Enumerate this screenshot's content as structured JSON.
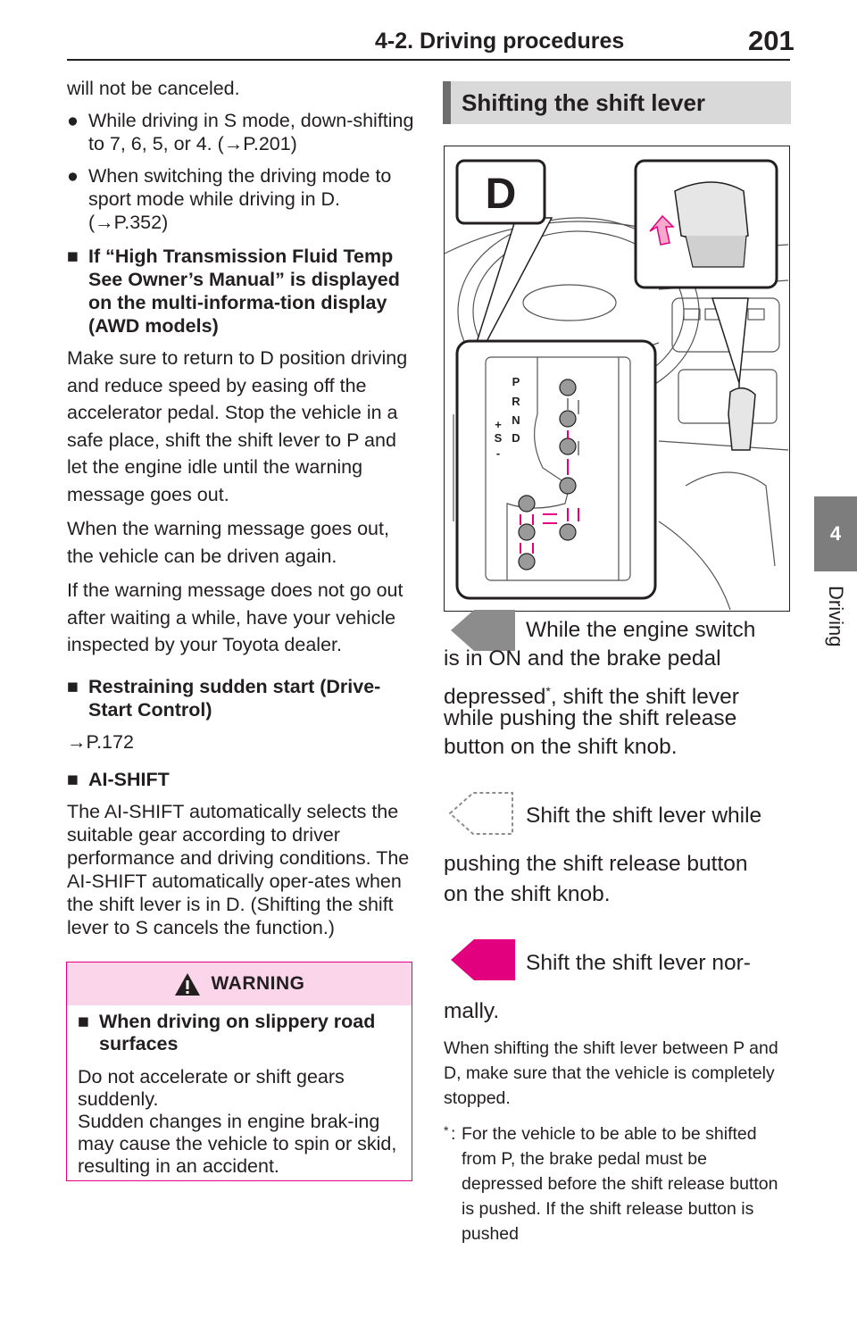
{
  "header": {
    "section": "4-2. Driving procedures",
    "page": "201"
  },
  "side_tab": {
    "number": "4",
    "label": "Driving"
  },
  "left": {
    "intro": "will not be canceled.",
    "bullets": [
      "While driving in S mode, down-shifting to 7, 6, 5, or 4. (→P.201)",
      "When switching the driving mode to sport mode while driving in D. (→P.352)"
    ],
    "sec1_title": "If “High Transmission Fluid Temp See Owner’s Manual” is displayed on the multi-informa-tion display (AWD models)",
    "sec1_p1": "Make sure to return to D position driving and reduce speed by easing off the accelerator pedal. Stop the vehicle in a safe place, shift the shift lever to P and let the engine idle until the warning message goes out.",
    "sec1_p2": "When the warning message goes out, the vehicle can be driven again.",
    "sec1_p3": "If the warning message does not go out after waiting a while, have your vehicle inspected by your Toyota dealer.",
    "sec2_title": "Restraining sudden start (Drive-Start Control)",
    "sec2_ref": "→P.172",
    "sec3_title": "AI-SHIFT",
    "sec3_p": "The AI-SHIFT automatically selects the suitable gear according to driver performance and driving conditions. The AI-SHIFT automatically oper-ates when the shift lever is in D. (Shifting the shift lever to S cancels the function.)"
  },
  "warning": {
    "label": "WARNING",
    "title": "When driving on slippery road surfaces",
    "p1": "Do not accelerate or shift gears suddenly.",
    "p2": "Sudden changes in engine brak-ing may cause the vehicle to spin or skid, resulting in an accident."
  },
  "right": {
    "title": "Shifting the shift lever",
    "illus_d": "D",
    "gates": [
      "P",
      "R",
      "N",
      "D",
      "S",
      "+",
      "-"
    ],
    "item1_first": "While the engine switch",
    "item1_rest_a": "is in ON and the brake pedal",
    "item1_rest_b": "depressed",
    "item1_star": "*",
    "item1_rest_c": ", shift the shift lever",
    "item1_rest_d": "while pushing the shift release",
    "item1_rest_e": "button on the shift knob.",
    "item2_first": "Shift the shift lever while",
    "item2_rest_a": "pushing the shift release button",
    "item2_rest_b": "on the shift knob.",
    "item3_first": "Shift the shift lever nor-",
    "item3_rest": "mally.",
    "note": "When shifting the shift lever between P and D, make sure that the vehicle is completely stopped.",
    "footnote_star": "*",
    "footnote": ": For the vehicle to be able to be shifted from P, the brake pedal must be depressed before the shift release button is pushed. If the shift release button is pushed"
  },
  "colors": {
    "magenta": "#e3007f",
    "grey_arrow": "#8c8c8c",
    "tab_grey": "#7d7d7d"
  }
}
